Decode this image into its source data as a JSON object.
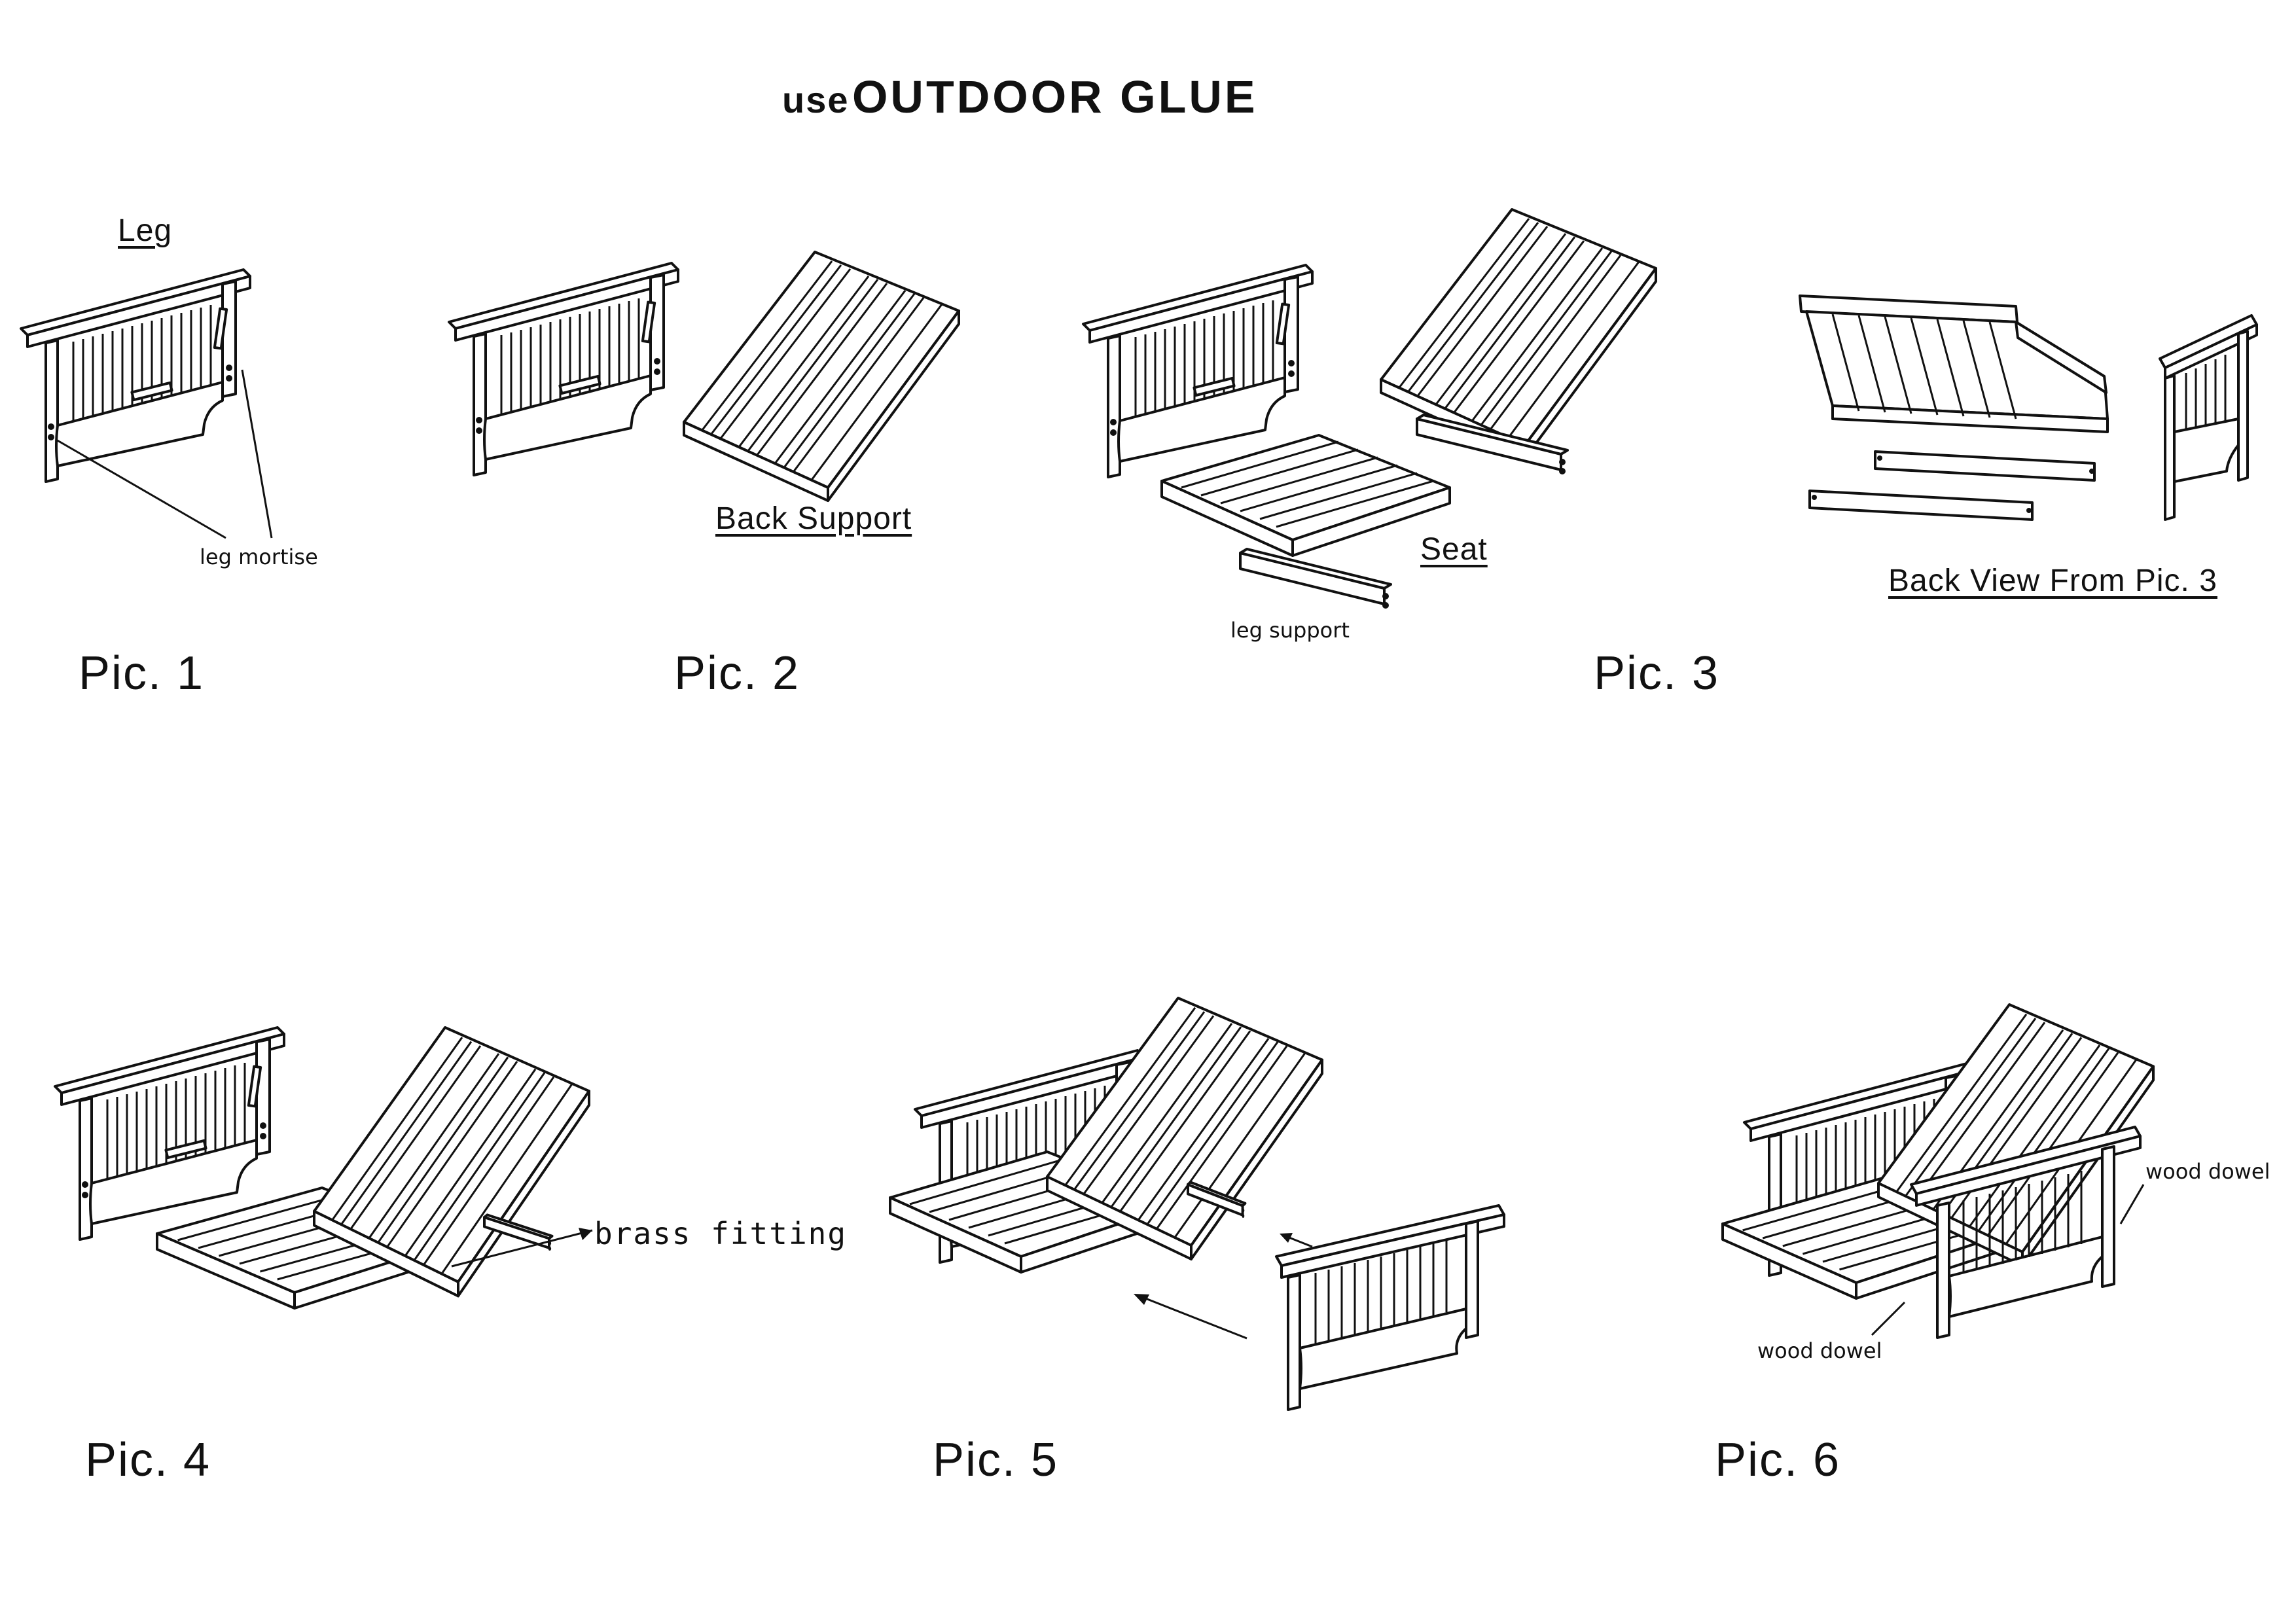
{
  "header": {
    "prefix": "use",
    "title": "OUTDOOR GLUE"
  },
  "labels": {
    "leg": "Leg",
    "leg_mortise": "leg mortise",
    "back_support": "Back Support",
    "seat": "Seat",
    "leg_support": "leg support",
    "back_view": "Back View From Pic. 3",
    "brass_fitting": "brass fitting",
    "wood_dowel_right": "wood dowel",
    "wood_dowel_left": "wood dowel"
  },
  "pics": [
    "Pic. 1",
    "Pic. 2",
    "Pic. 3",
    "Pic. 4",
    "Pic. 5",
    "Pic. 6"
  ]
}
